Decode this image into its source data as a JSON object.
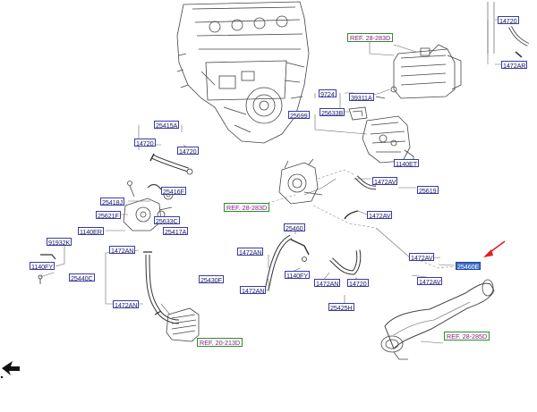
{
  "colors": {
    "line": "#555555",
    "part": "#333333",
    "label_border": "#3a3aa8",
    "label_text": "#1a1a66",
    "ref_border": "#2e8b2e",
    "ref_text": "#8a1a8a",
    "highlight": "#3d6fc9",
    "arrow": "#e02020"
  },
  "parts": {
    "p14720_tr": "14720",
    "p1472AR": "1472AR",
    "ref_top": "REF. 28-283D",
    "p9724": "9724",
    "p39311A": "39311A",
    "p25699": "25699",
    "p25633B": "25633B",
    "p1140ET": "1140ET",
    "p25415A": "25415A",
    "p14720_a": "14720",
    "p14720_b": "14720",
    "p25418J": "25418J",
    "p25416F": "25416F",
    "p25621F": "25621F",
    "p25633C": "25633C",
    "p1140ER": "1140ER",
    "p25417A": "25417A",
    "p91932K": "91932K",
    "p1140FY_l": "1140FY",
    "p1472AN_a": "1472AN",
    "p25440C": "25440C",
    "p1472AN_b": "1472AN",
    "ref_left": "REF. 20-213D",
    "ref_mid": "REF. 28-283D",
    "p1472AV_a": "1472AV",
    "p25619": "25619",
    "p1472AV_b": "1472AV",
    "p25460": "25460",
    "p1472AN_c": "1472AN",
    "p25430F": "25430F",
    "p1472AN_d": "1472AN",
    "p1140FY_m": "1140FY",
    "p1472AN_e": "1472AN",
    "p14720_c": "14720",
    "p25425H": "25425H",
    "p1472AV_c": "1472AV",
    "p25460E": "25460E",
    "p1472AV_d": "1472AV",
    "ref_bottom": "REF. 28-285D"
  }
}
